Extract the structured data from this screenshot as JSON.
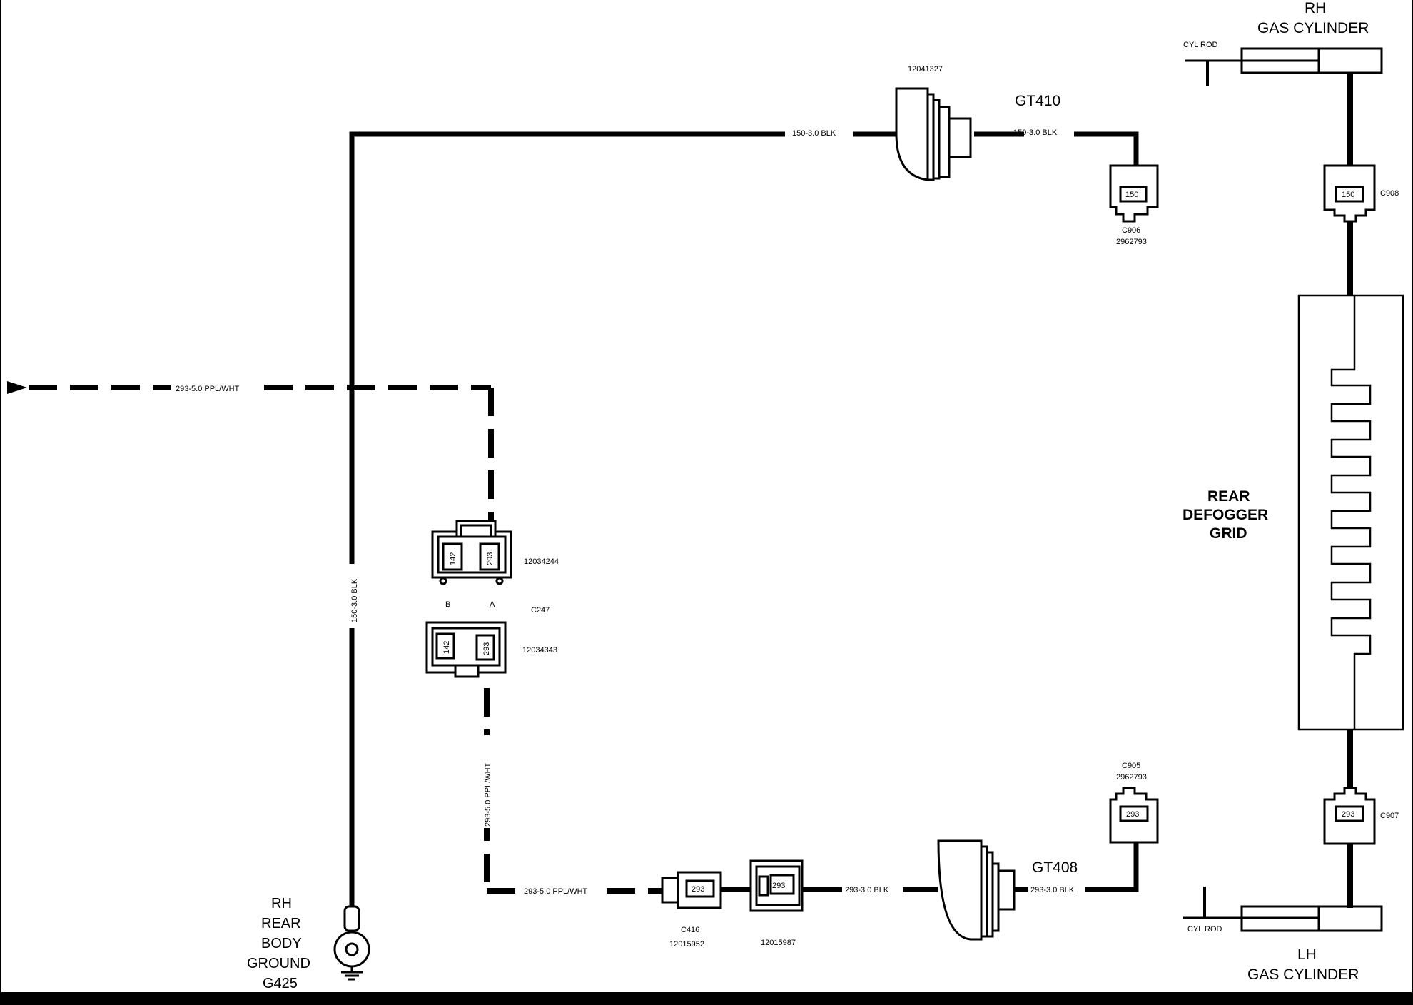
{
  "rh_gas_cylinder": {
    "line1": "RH",
    "line2": "GAS CYLINDER",
    "cyl_rod": "CYL ROD"
  },
  "lh_gas_cylinder": {
    "line1": "LH",
    "line2": "GAS CYLINDER",
    "cyl_rod": "CYL ROD"
  },
  "defogger_grid": {
    "line1": "REAR",
    "line2": "DEFOGGER",
    "line3": "GRID"
  },
  "ground": {
    "line1": "RH",
    "line2": "REAR",
    "line3": "BODY",
    "line4": "GROUND",
    "line5": "G425"
  },
  "gt410": {
    "label": "GT410",
    "part": "12041327",
    "wire_left": "150-3.0 BLK",
    "wire_right": "150-3.0 BLK"
  },
  "gt408": {
    "label": "GT408",
    "wire_left": "293-3.0 BLK",
    "wire_right": "293-3.0 BLK"
  },
  "c906": {
    "id": "C906",
    "part": "2962793",
    "pin": "150"
  },
  "c908": {
    "id": "C908",
    "pin": "150"
  },
  "c905": {
    "id": "C905",
    "part": "2962793",
    "pin": "293"
  },
  "c907": {
    "id": "C907",
    "pin": "293"
  },
  "c247": {
    "id": "C247",
    "female_part": "12034244",
    "male_part": "12034343",
    "pin_b_label": "B",
    "pin_a_label": "A",
    "pin_b": "142",
    "pin_a": "293"
  },
  "c416": {
    "id": "C416",
    "part_left": "12015952",
    "part_right": "12015987",
    "pin": "293"
  },
  "wires": {
    "ground_vertical": "150-3.0 BLK",
    "feed_top": "293-5.0 PPL/WHT",
    "feed_vertical": "293-5.0 PPL/WHT",
    "feed_bottom": "293-5.0 PPL/WHT"
  }
}
